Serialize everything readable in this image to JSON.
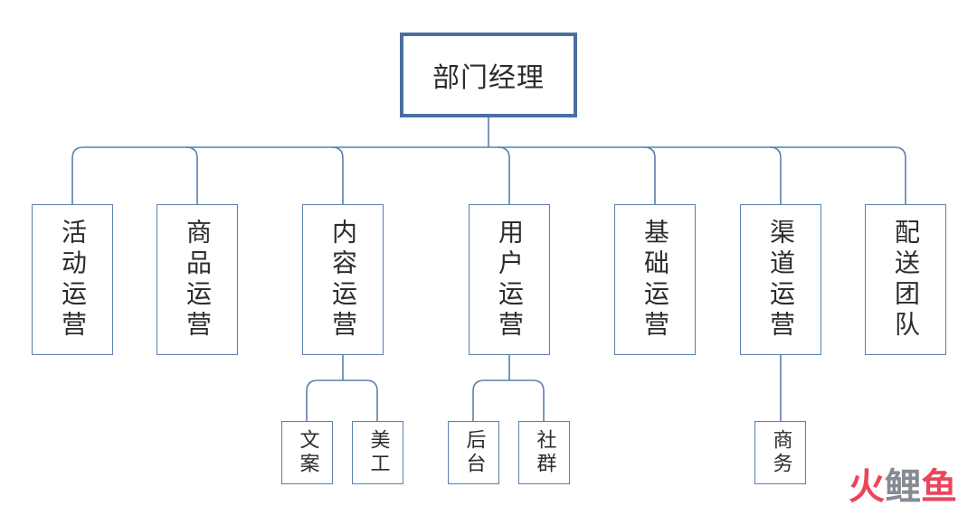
{
  "root": {
    "label": "部门经理"
  },
  "departments": [
    {
      "key": "activity",
      "label": "活动运营"
    },
    {
      "key": "product",
      "label": "商品运营"
    },
    {
      "key": "content",
      "label": "内容运营",
      "children": [
        "文案",
        "美工"
      ]
    },
    {
      "key": "user",
      "label": "用户运营",
      "children": [
        "后台",
        "社群"
      ]
    },
    {
      "key": "basic",
      "label": "基础运营"
    },
    {
      "key": "channel",
      "label": "渠道运营",
      "children": [
        "商务"
      ]
    },
    {
      "key": "delivery",
      "label": "配送团队"
    }
  ],
  "watermark": {
    "part1": "火",
    "part2": "鲤",
    "part3": "鱼"
  },
  "colors": {
    "line": "#5b7fae",
    "root_border": "#4a6fa0",
    "text": "#2c2c2c",
    "brand_red": "#e8324a"
  }
}
